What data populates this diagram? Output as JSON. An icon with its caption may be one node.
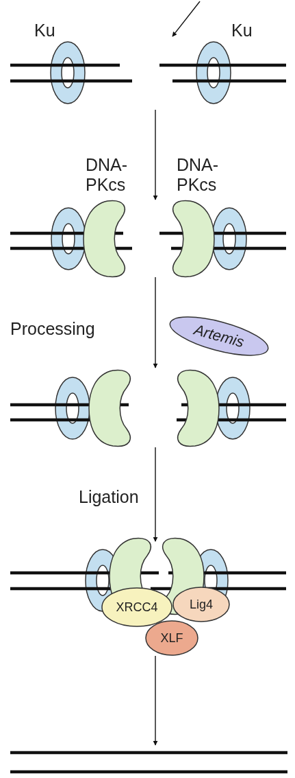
{
  "diagram": {
    "nodes": [
      {
        "text": [],
        "shape": "dna",
        "beside": [
          "Ku",
          "Ku"
        ]
      },
      {
        "text": [],
        "shape": "dna",
        "beside": [
          "DNA-PKcs",
          "DNA-PKcs"
        ]
      },
      {
        "text": [
          "Artemis"
        ]
      },
      {
        "text": [],
        "shape": "dna"
      },
      {
        "text": [],
        "shape": "dna"
      },
      {
        "text": [
          "XRCC4"
        ]
      },
      {
        "text": [
          "Lig4"
        ]
      },
      {
        "text": [
          "XLF"
        ]
      },
      {
        "text": [],
        "shape": "dna"
      }
    ],
    "edges": [
      {
        "from": null,
        "to": 0,
        "arrow": "to"
      },
      {
        "from": 0,
        "to": 1,
        "arrow": "to"
      },
      {
        "from": 1,
        "to": 3,
        "arrow": "to",
        "label": "Processing"
      },
      {
        "from": 3,
        "to": 4,
        "arrow": "to",
        "label": "Ligation"
      },
      {
        "from": 7,
        "to": 8,
        "arrow": "to"
      }
    ]
  }
}
